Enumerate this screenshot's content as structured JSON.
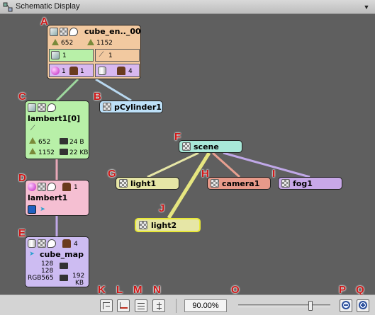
{
  "window": {
    "title": "Schematic Display"
  },
  "nodes": {
    "cube": {
      "title": "cube_en.._00",
      "verts": "652",
      "faces": "1152",
      "count_a": "1",
      "count_b": "1",
      "count_c": "1",
      "count_d": "1",
      "count_e": "4"
    },
    "pcylinder": {
      "title": "pCylinder1"
    },
    "lambert_arr": {
      "title": "lambert1[0]",
      "verts": "652",
      "faces": "1152",
      "mem_a": "24 B",
      "mem_b": "22 KB"
    },
    "lambert": {
      "title": "lambert1",
      "count": "1"
    },
    "cubemap": {
      "title": "cube_map",
      "count": "4",
      "w": "128",
      "h": "128",
      "fmt": "RGB565",
      "size": "192",
      "size_unit": "KB"
    },
    "scene": {
      "title": "scene"
    },
    "light1": {
      "title": "light1"
    },
    "camera1": {
      "title": "camera1"
    },
    "fog1": {
      "title": "fog1"
    },
    "light2": {
      "title": "light2"
    }
  },
  "callouts": [
    "A",
    "B",
    "C",
    "D",
    "E",
    "F",
    "G",
    "H",
    "I",
    "J",
    "K",
    "L",
    "M",
    "N",
    "O",
    "P",
    "Q"
  ],
  "toolbar": {
    "zoom_value": "90.00%",
    "zoom_slider": 0.8
  },
  "colors": {
    "cube_node": "#f2c9a0",
    "cube_green": "#b8f0a8",
    "cube_purple": "#d8b8f0",
    "lambert_arr": "#b8f0a8",
    "pcylinder": "#bde0f8",
    "lambert": "#f5bfd2",
    "cubemap": "#cdbcf2",
    "scene": "#a8e8d8",
    "light": "#e6e6a6",
    "camera": "#e89a8a",
    "fog": "#c8a8e8",
    "link_green": "#9ed89e",
    "link_blue": "#b8d8f0",
    "link_pink": "#e8a8b8",
    "link_purple": "#c0a8e8",
    "link_yellow": "#e6e680",
    "link_salmon": "#e8a090"
  }
}
